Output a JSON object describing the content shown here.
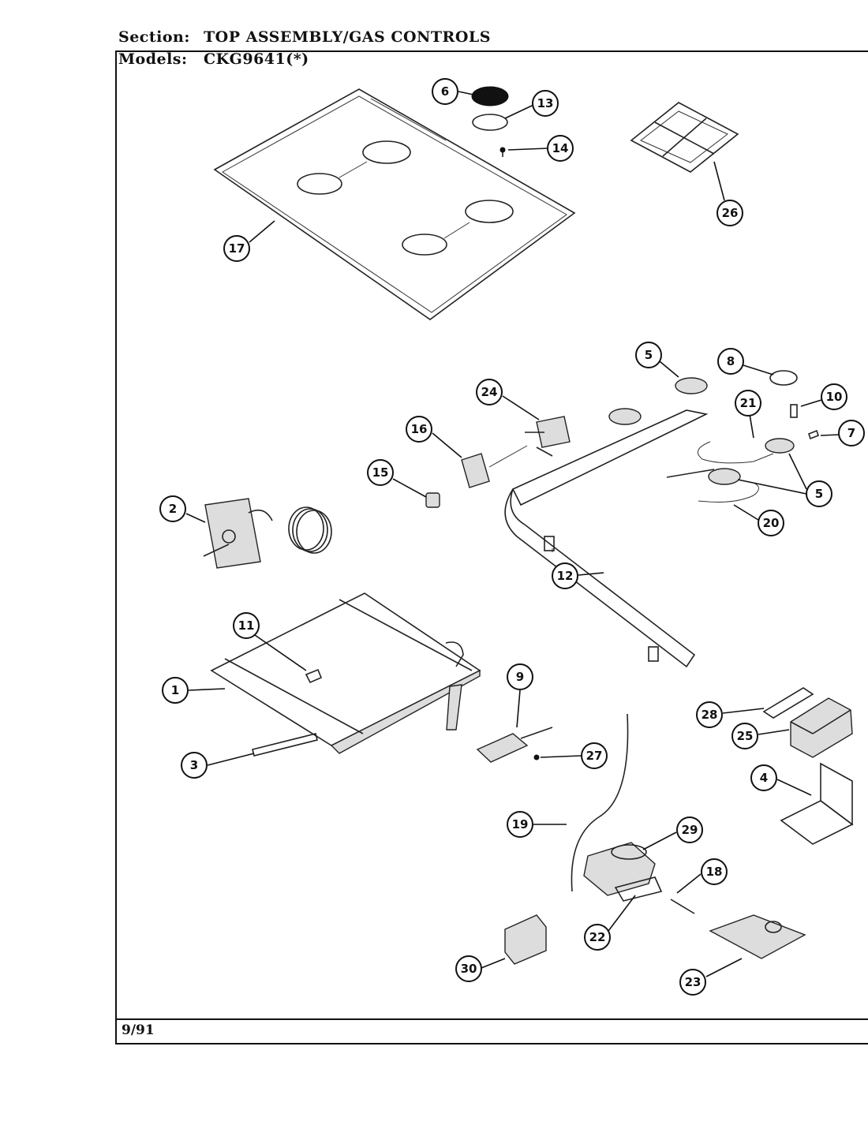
{
  "header": {
    "section_label": "Section:",
    "section_value": "TOP ASSEMBLY/GAS CONTROLS",
    "models_label": "Models:",
    "models_value": "CKG9641(*)"
  },
  "footer": {
    "date": "9/91"
  },
  "callouts": [
    {
      "id": "c6",
      "label": "6"
    },
    {
      "id": "c13",
      "label": "13"
    },
    {
      "id": "c14",
      "label": "14"
    },
    {
      "id": "c26",
      "label": "26"
    },
    {
      "id": "c17",
      "label": "17"
    },
    {
      "id": "c5a",
      "label": "5"
    },
    {
      "id": "c8",
      "label": "8"
    },
    {
      "id": "c10",
      "label": "10"
    },
    {
      "id": "c21",
      "label": "21"
    },
    {
      "id": "c7",
      "label": "7"
    },
    {
      "id": "c24",
      "label": "24"
    },
    {
      "id": "c16",
      "label": "16"
    },
    {
      "id": "c15",
      "label": "15"
    },
    {
      "id": "c5b",
      "label": "5"
    },
    {
      "id": "c20",
      "label": "20"
    },
    {
      "id": "c2",
      "label": "2"
    },
    {
      "id": "c12",
      "label": "12"
    },
    {
      "id": "c11",
      "label": "11"
    },
    {
      "id": "c9",
      "label": "9"
    },
    {
      "id": "c1",
      "label": "1"
    },
    {
      "id": "c28",
      "label": "28"
    },
    {
      "id": "c25",
      "label": "25"
    },
    {
      "id": "c3",
      "label": "3"
    },
    {
      "id": "c27",
      "label": "27"
    },
    {
      "id": "c4",
      "label": "4"
    },
    {
      "id": "c19",
      "label": "19"
    },
    {
      "id": "c29",
      "label": "29"
    },
    {
      "id": "c18",
      "label": "18"
    },
    {
      "id": "c22",
      "label": "22"
    },
    {
      "id": "c30",
      "label": "30"
    },
    {
      "id": "c23",
      "label": "23"
    }
  ]
}
